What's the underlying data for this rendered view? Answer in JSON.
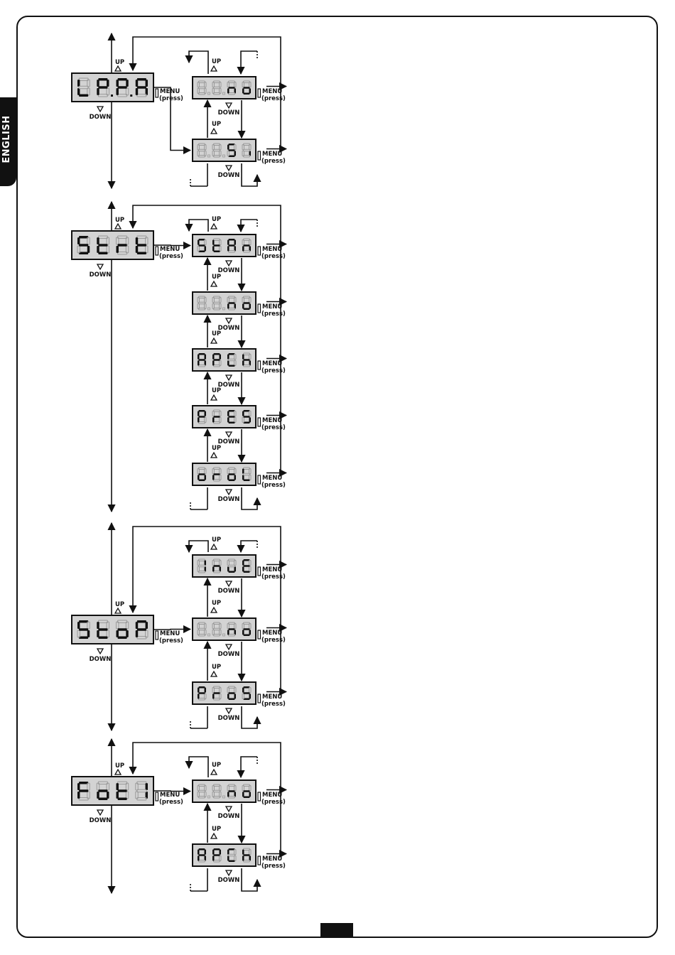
{
  "page": {
    "language_tab": "ENGLISH"
  },
  "labels": {
    "up": "UP",
    "down": "DOWN",
    "menu": "MENU",
    "press": "(press)"
  },
  "colors": {
    "display_bg": "#d3d3d3",
    "segment_on": "#111111",
    "segment_off": "#9a9a9a",
    "line": "#111111"
  },
  "groups": [
    {
      "id": "lapa",
      "main_display": "LP.P.A",
      "options": [
        "no",
        "Si"
      ]
    },
    {
      "id": "strt",
      "main_display": "StrT",
      "options": [
        "StAn",
        "no",
        "APCh",
        "PrES",
        "oroL"
      ]
    },
    {
      "id": "stop",
      "main_display": "StoP",
      "options": [
        "InvE",
        "no",
        "ProS"
      ]
    },
    {
      "id": "fot1",
      "main_display": "Fot1",
      "options": [
        "no",
        "APCh"
      ]
    }
  ]
}
